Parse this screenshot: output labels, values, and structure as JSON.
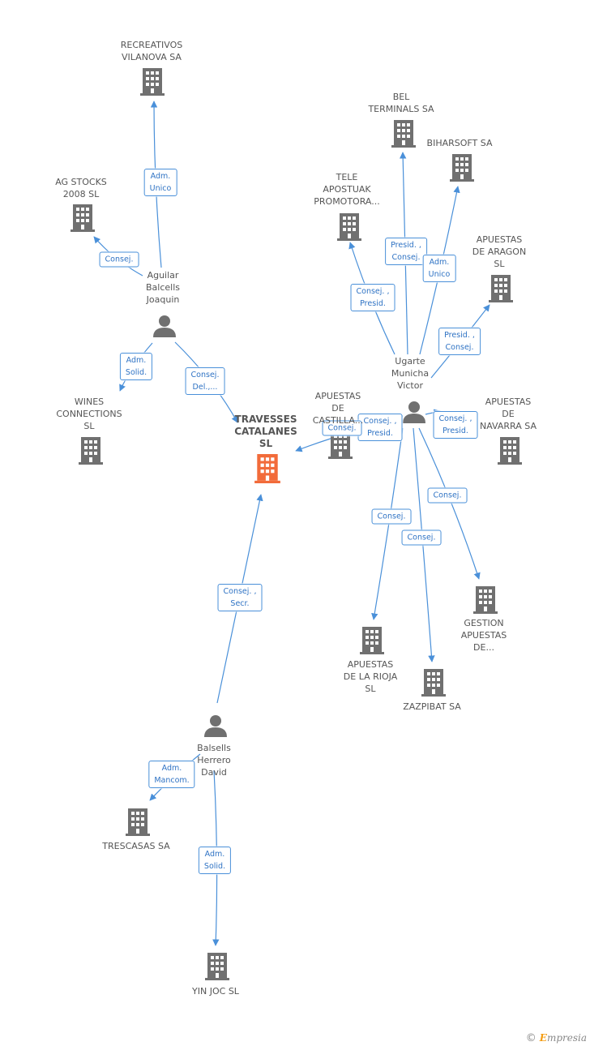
{
  "colors": {
    "edge": "#4a90d9",
    "icon": "#707070",
    "main_icon": "#f26b3a"
  },
  "nodes": [
    {
      "id": "recreativos",
      "type": "company",
      "label": [
        "RECREATIVOS",
        "VILANOVA SA"
      ]
    },
    {
      "id": "agstocks",
      "type": "company",
      "label": [
        "AG STOCKS",
        "2008 SL"
      ]
    },
    {
      "id": "aguilar",
      "type": "person",
      "label": [
        "Aguilar",
        "Balcells",
        "Joaquin"
      ]
    },
    {
      "id": "wines",
      "type": "company",
      "label": [
        "WINES",
        "CONNECTIONS",
        "SL"
      ]
    },
    {
      "id": "travesses",
      "type": "main",
      "label": [
        "TRAVESSES",
        "CATALANES",
        "SL"
      ]
    },
    {
      "id": "bel",
      "type": "company",
      "label": [
        "BEL",
        "TERMINALS SA"
      ]
    },
    {
      "id": "biharsoft",
      "type": "company",
      "label": [
        "BIHARSOFT SA"
      ]
    },
    {
      "id": "tele",
      "type": "company",
      "label": [
        "TELE",
        "APOSTUAK",
        "PROMOTORA..."
      ]
    },
    {
      "id": "aragon",
      "type": "company",
      "label": [
        "APUESTAS",
        "DE ARAGON",
        "SL"
      ]
    },
    {
      "id": "ugarte",
      "type": "person",
      "label": [
        "Ugarte",
        "Municha",
        "Victor"
      ]
    },
    {
      "id": "castilla",
      "type": "company",
      "label": [
        "APUESTAS",
        "DE",
        "CASTILLA..."
      ]
    },
    {
      "id": "navarra",
      "type": "company",
      "label": [
        "APUESTAS",
        "DE",
        "NAVARRA SA"
      ]
    },
    {
      "id": "gestion",
      "type": "company",
      "label": [
        "GESTION",
        "APUESTAS",
        "DE..."
      ]
    },
    {
      "id": "rioja",
      "type": "company",
      "label": [
        "APUESTAS",
        "DE LA RIOJA",
        "SL"
      ]
    },
    {
      "id": "zazpibat",
      "type": "company",
      "label": [
        "ZAZPIBAT SA"
      ]
    },
    {
      "id": "balsells",
      "type": "person",
      "label": [
        "Balsells",
        "Herrero",
        "David"
      ]
    },
    {
      "id": "trescasas",
      "type": "company",
      "label": [
        "TRESCASAS SA"
      ]
    },
    {
      "id": "yinjoc",
      "type": "company",
      "label": [
        "YIN JOC SL"
      ]
    }
  ],
  "edges": [
    {
      "from": "aguilar",
      "to": "recreativos",
      "label": [
        "Adm.",
        "Unico"
      ]
    },
    {
      "from": "aguilar",
      "to": "agstocks",
      "label": [
        "Consej."
      ]
    },
    {
      "from": "aguilar",
      "to": "wines",
      "label": [
        "Adm.",
        "Solid."
      ]
    },
    {
      "from": "aguilar",
      "to": "travesses",
      "label": [
        "Consej.",
        "Del.,..."
      ]
    },
    {
      "from": "ugarte",
      "to": "bel",
      "label": [
        "Presid. ,",
        "Consej."
      ]
    },
    {
      "from": "ugarte",
      "to": "biharsoft",
      "label": [
        "Adm.",
        "Unico"
      ]
    },
    {
      "from": "ugarte",
      "to": "tele",
      "label": [
        "Consej. ,",
        "Presid."
      ]
    },
    {
      "from": "ugarte",
      "to": "aragon",
      "label": [
        "Presid. ,",
        "Consej."
      ]
    },
    {
      "from": "ugarte",
      "to": "castilla",
      "label": [
        "Consej. ,",
        "Presid."
      ]
    },
    {
      "from": "ugarte",
      "to": "travesses",
      "label": [
        "Consej."
      ]
    },
    {
      "from": "ugarte",
      "to": "navarra",
      "label": [
        "Consej. ,",
        "Presid."
      ]
    },
    {
      "from": "ugarte",
      "to": "gestion",
      "label": [
        "Consej."
      ]
    },
    {
      "from": "ugarte",
      "to": "rioja",
      "label": [
        "Consej."
      ]
    },
    {
      "from": "ugarte",
      "to": "zazpibat",
      "label": [
        "Consej."
      ]
    },
    {
      "from": "balsells",
      "to": "travesses",
      "label": [
        "Consej. ,",
        "Secr."
      ]
    },
    {
      "from": "balsells",
      "to": "trescasas",
      "label": [
        "Adm.",
        "Mancom."
      ]
    },
    {
      "from": "balsells",
      "to": "yinjoc",
      "label": [
        "Adm.",
        "Solid."
      ]
    }
  ],
  "brand": {
    "copyright": "©",
    "initial": "E",
    "rest": "mpresia"
  }
}
